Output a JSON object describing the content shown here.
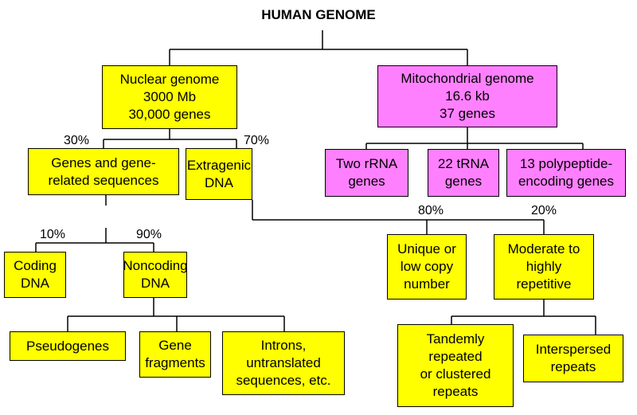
{
  "title": "HUMAN GENOME",
  "nodes": {
    "nuclear": "Nuclear genome\n3000 Mb\n30,000 genes",
    "mito": "Mitochondrial genome\n16.6 kb\n37 genes",
    "genes": "Genes and gene-\nrelated sequences",
    "extragenic": "Extragenic\nDNA",
    "rrna": "Two rRNA\ngenes",
    "trna": "22 tRNA\ngenes",
    "polypeptide": "13 polypeptide-\nencoding genes",
    "coding": "Coding\nDNA",
    "noncoding": "Noncoding\nDNA",
    "unique": "Unique or\nlow copy\nnumber",
    "repetitive": "Moderate to\nhighly\nrepetitive",
    "pseudogenes": "Pseudogenes",
    "fragments": "Gene\nfragments",
    "introns": "Introns,\nuntranslated\nsequences, etc.",
    "tandem": "Tandemly\nrepeated\nor clustered\nrepeats",
    "interspersed": "Interspersed\nrepeats"
  },
  "percentages": {
    "genes_pct": "30%",
    "extragenic_pct": "70%",
    "coding_pct": "10%",
    "noncoding_pct": "90%",
    "unique_pct": "80%",
    "repetitive_pct": "20%"
  },
  "colors": {
    "nuclear_fill": "#ffff00",
    "mito_fill": "#ff80ff",
    "line": "#000000"
  }
}
